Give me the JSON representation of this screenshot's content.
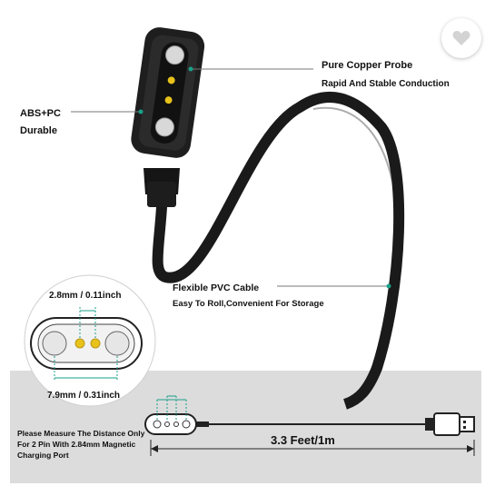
{
  "labels": {
    "probe_title": "Pure Copper Probe",
    "probe_sub": "Rapid And Stable Conduction",
    "abs_title": "ABS+PC",
    "abs_sub": "Durable",
    "pvc_title": "Flexible PVC Cable",
    "pvc_sub": "Easy To Roll,Convenient For Storage",
    "dim_pin": "2.8mm / 0.11inch",
    "dim_outer": "7.9mm / 0.31inch",
    "cable_length": "3.3 Feet/1m",
    "measure_note": "Please Measure The Distance Only For 2 Pin With 2.84mm Magnetic Charging Port"
  },
  "icons": {
    "favorite": "heart-icon"
  },
  "colors": {
    "accent": "#1aa08a",
    "cable": "#1a1a1a",
    "bottom_panel": "#dcdcdc",
    "gold_pin": "#e8c21a"
  }
}
